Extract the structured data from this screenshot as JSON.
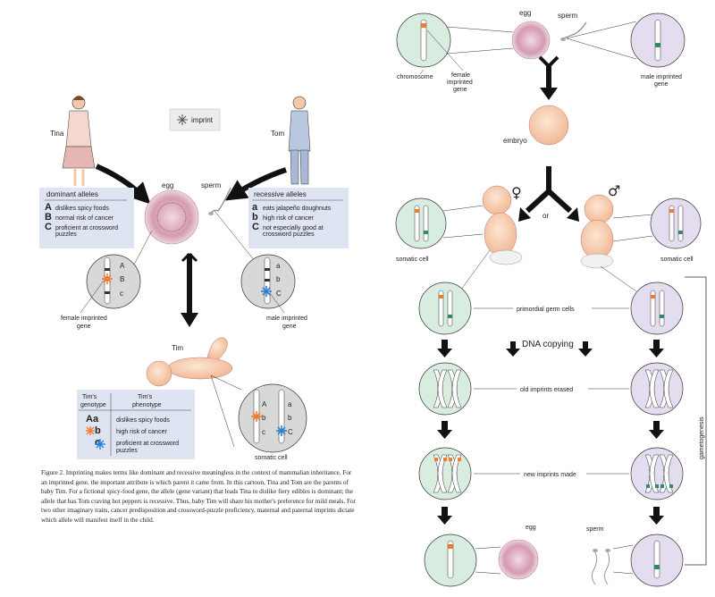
{
  "left": {
    "tina": "Tina",
    "tom": "Tom",
    "imprint_legend": "imprint",
    "egg": "egg",
    "sperm": "sperm",
    "dominant": {
      "title": "dominant alleles",
      "items": [
        {
          "letter": "A",
          "text": "dislikes spicy foods"
        },
        {
          "letter": "B",
          "text": "normal risk of cancer"
        },
        {
          "letter": "C",
          "text": "proficient at crossword"
        },
        {
          "letter": "",
          "text": "puzzles"
        }
      ]
    },
    "recessive": {
      "title": "recessive alleles",
      "items": [
        {
          "letter": "a",
          "text": "eats jalapeño doughnuts"
        },
        {
          "letter": "b",
          "text": "high risk of cancer"
        },
        {
          "letter": "C",
          "text": "not especially good at"
        },
        {
          "letter": "",
          "text": "crossword puzzles"
        }
      ]
    },
    "circle_left_letters": [
      "A",
      "B",
      "c"
    ],
    "circle_right_letters": [
      "a",
      "b",
      "C"
    ],
    "female_imprinted": [
      "female imprinted",
      "gene"
    ],
    "male_imprinted": [
      "male imprinted",
      "gene"
    ],
    "tim": "Tim",
    "table": {
      "h1": [
        "Tim's",
        "genotype"
      ],
      "h2": [
        "Tim's",
        "phenotype"
      ],
      "rows": [
        {
          "genotype": "Aa",
          "phenotype": "dislikes spicy foods"
        },
        {
          "genotype": "b",
          "phenotype": "high risk of cancer"
        },
        {
          "genotype": "c",
          "phenotype": "proficient at crossword"
        },
        {
          "genotype": "",
          "phenotype": "puzzles"
        }
      ]
    },
    "tim_circle_left": [
      "A",
      "b",
      "c"
    ],
    "tim_circle_right": [
      "a",
      "b",
      "C"
    ],
    "somatic_cell": "somatic cell",
    "caption": "Figure 2. Imprinting makes terms like dominant and recessive meaningless in the context of mammalian inheritance. For an imprinted gene, the important attribute is which parent it came from. In this cartoon, Tina and Tom are the parents of baby Tim. For a fictional spicy-food gene, the allele (gene variant) that leads Tina to dislike fiery edibles is dominant; the allele that has Tom craving hot peppers is recessive. Thus, baby Tim will share his mother's preference for mild meals. For two other imaginary traits, cancer predisposition and crossword-puzzle proficiency, maternal and paternal imprints dictate which allele will manifest itself in the child."
  },
  "right": {
    "egg": "egg",
    "sperm": "sperm",
    "chromosome": "chromosome",
    "female_imprinted": [
      "female",
      "imprinted",
      "gene"
    ],
    "male_imprinted": [
      "male imprinted",
      "gene"
    ],
    "embryo": "embryo",
    "or": "or",
    "female_symbol": "♀",
    "male_symbol": "♂",
    "somatic_cell_left": "somatic cell",
    "somatic_cell_right": "somatic cell",
    "primordial": "primordial germ cells",
    "dna_copying": "DNA copying",
    "old_imprints": "old imprints erased",
    "new_imprints": "new imprints made",
    "gametogenesis": "gametogenesis",
    "egg_bottom": "egg",
    "sperm_bottom": "sperm"
  },
  "colors": {
    "panel": "#dfe4f3",
    "green_cell": "#d8ece0",
    "purple_cell": "#e4dcef",
    "gray_cell": "#d8d8d8",
    "imprint_orange": "#f07a30",
    "imprint_blue": "#2a7fd0",
    "egg_pink": "#d9a6b9"
  }
}
